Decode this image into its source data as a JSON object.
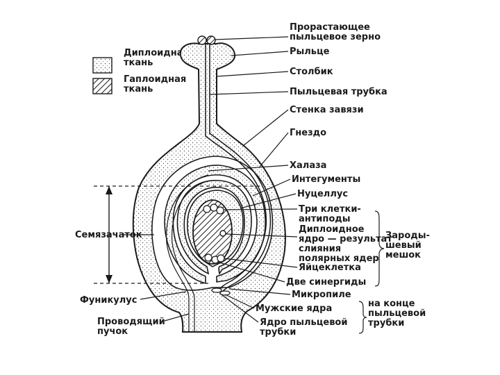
{
  "legend": {
    "diploid": "Диплоидная\nткань",
    "haploid": "Гаплоидная\nткань"
  },
  "labels": {
    "pollen_grain": "Прорастающее\nпыльцевое зерно",
    "stigma": "Рыльце",
    "style": "Столбик",
    "pollen_tube": "Пыльцевая трубка",
    "ovary_wall": "Стенка завязи",
    "locule": "Гнездо",
    "chalaza": "Халаза",
    "integuments": "Интегументы",
    "nucellus": "Нуцеллус",
    "antipodals": "Три клетки-\nантиподы",
    "diploid_nucleus": "Диплоидное\nядро — результат\nслияния\nполярных ядер",
    "egg_cell": "Яйцеклетка",
    "synergids": "Две синергиды",
    "micropyle": "Микропиле",
    "male_nuclei": "Мужские ядра",
    "tube_nucleus": "Ядро пыльцевой\nтрубки",
    "ovule": "Семязачаток",
    "funiculus": "Фуникулус",
    "vascular_bundle": "Проводящий\nпучок"
  },
  "groups": {
    "embryo_sac": "Зароды-\nшевый\nмешок",
    "at_tube_end": "на конце\nпыльцевой\nтрубки"
  }
}
